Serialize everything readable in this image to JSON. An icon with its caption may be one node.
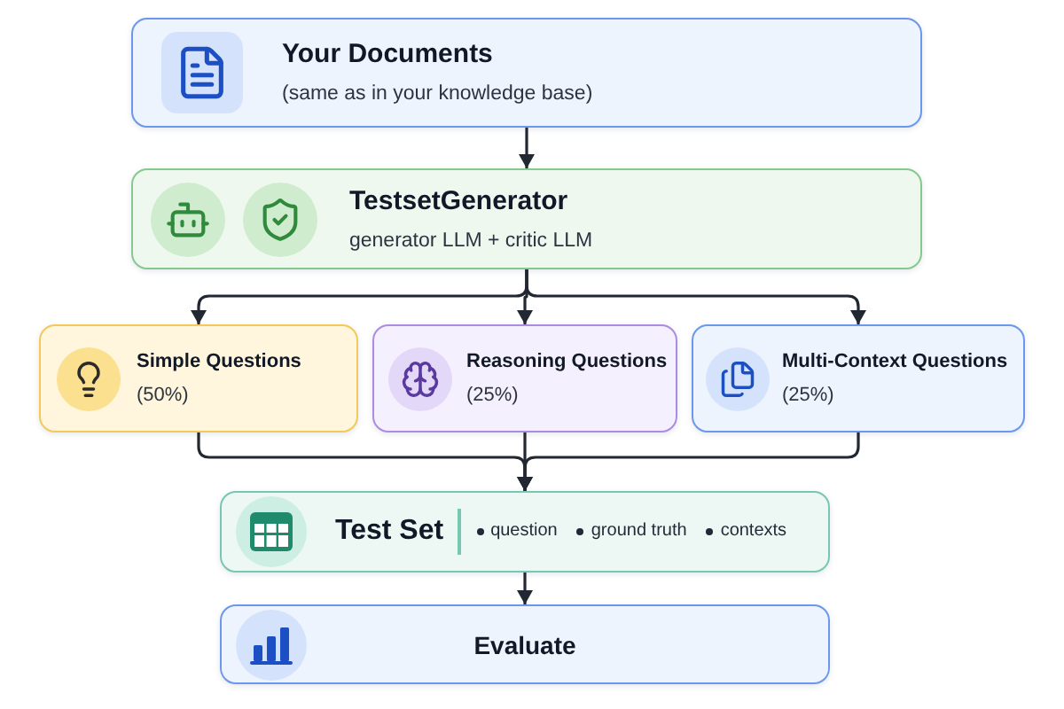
{
  "diagram": {
    "nodes": [
      {
        "text": [
          "Your Documents",
          "(same as in your knowledge base)"
        ]
      },
      {
        "text": [
          "TestsetGenerator",
          "generator LLM + critic LLM"
        ]
      },
      {
        "text": [
          "Simple Questions",
          "(50%)"
        ]
      },
      {
        "text": [
          "Reasoning Questions",
          "(25%)"
        ]
      },
      {
        "text": [
          "Multi-Context Questions",
          "(25%)"
        ]
      },
      {
        "text": [
          "Test Set",
          "question",
          "ground truth",
          "contexts"
        ]
      },
      {
        "text": [
          "Evaluate"
        ]
      }
    ],
    "edges": [
      {
        "from": 0,
        "to": 1,
        "arrow": "to"
      },
      {
        "from": 1,
        "to": 2,
        "arrow": "to"
      },
      {
        "from": 1,
        "to": 3,
        "arrow": "to"
      },
      {
        "from": 1,
        "to": 4,
        "arrow": "to"
      },
      {
        "from": 2,
        "to": 5,
        "arrow": "to"
      },
      {
        "from": 3,
        "to": 5,
        "arrow": "to"
      },
      {
        "from": 4,
        "to": 5,
        "arrow": "to"
      },
      {
        "from": 5,
        "to": 6,
        "arrow": "to"
      }
    ]
  }
}
